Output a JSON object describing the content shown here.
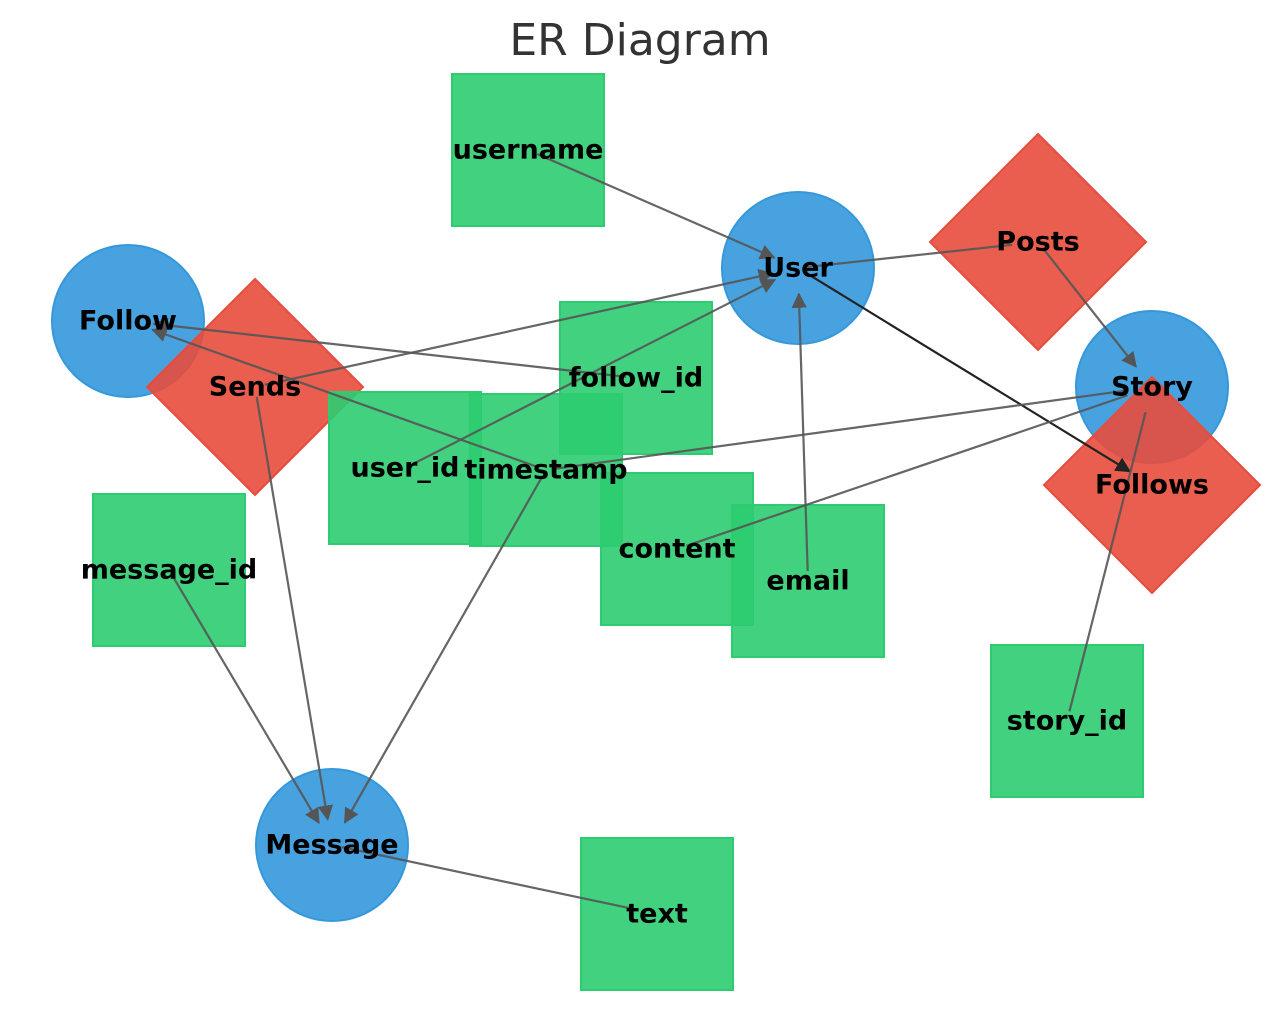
{
  "title": "ER Diagram",
  "colors": {
    "entity": "#3498db",
    "relationship": "#e74c3c",
    "attribute": "#2ecc71",
    "edge": "#555555",
    "edge_dark": "#222222"
  },
  "nodes": [
    {
      "id": "user",
      "label": "User",
      "kind": "entity"
    },
    {
      "id": "follow",
      "label": "Follow",
      "kind": "entity"
    },
    {
      "id": "story",
      "label": "Story",
      "kind": "entity"
    },
    {
      "id": "message",
      "label": "Message",
      "kind": "entity"
    },
    {
      "id": "posts",
      "label": "Posts",
      "kind": "relationship"
    },
    {
      "id": "sends",
      "label": "Sends",
      "kind": "relationship"
    },
    {
      "id": "follows",
      "label": "Follows",
      "kind": "relationship"
    },
    {
      "id": "username",
      "label": "username",
      "kind": "attribute"
    },
    {
      "id": "follow_id",
      "label": "follow_id",
      "kind": "attribute"
    },
    {
      "id": "user_id",
      "label": "user_id",
      "kind": "attribute"
    },
    {
      "id": "timestamp",
      "label": "timestamp",
      "kind": "attribute"
    },
    {
      "id": "content",
      "label": "content",
      "kind": "attribute"
    },
    {
      "id": "email",
      "label": "email",
      "kind": "attribute"
    },
    {
      "id": "message_id",
      "label": "message_id",
      "kind": "attribute"
    },
    {
      "id": "story_id",
      "label": "story_id",
      "kind": "attribute"
    },
    {
      "id": "text",
      "label": "text",
      "kind": "attribute"
    }
  ],
  "edges": [
    {
      "from": "username",
      "to": "user",
      "arrow": true
    },
    {
      "from": "user",
      "to": "posts",
      "arrow": false
    },
    {
      "from": "posts",
      "to": "story",
      "arrow": true
    },
    {
      "from": "user",
      "to": "follows",
      "arrow": true,
      "dark": true
    },
    {
      "from": "follow_id",
      "to": "follow",
      "arrow": true
    },
    {
      "from": "sends",
      "to": "user",
      "arrow": true
    },
    {
      "from": "user_id",
      "to": "user",
      "arrow": true
    },
    {
      "from": "sends",
      "to": "message",
      "arrow": true
    },
    {
      "from": "timestamp",
      "to": "follow",
      "arrow": true
    },
    {
      "from": "timestamp",
      "to": "message",
      "arrow": true
    },
    {
      "from": "timestamp",
      "to": "story",
      "arrow": false
    },
    {
      "from": "content",
      "to": "story",
      "arrow": false
    },
    {
      "from": "email",
      "to": "user",
      "arrow": true
    },
    {
      "from": "message_id",
      "to": "message",
      "arrow": true
    },
    {
      "from": "story_id",
      "to": "story",
      "arrow": false
    },
    {
      "from": "message",
      "to": "text",
      "arrow": false
    }
  ]
}
